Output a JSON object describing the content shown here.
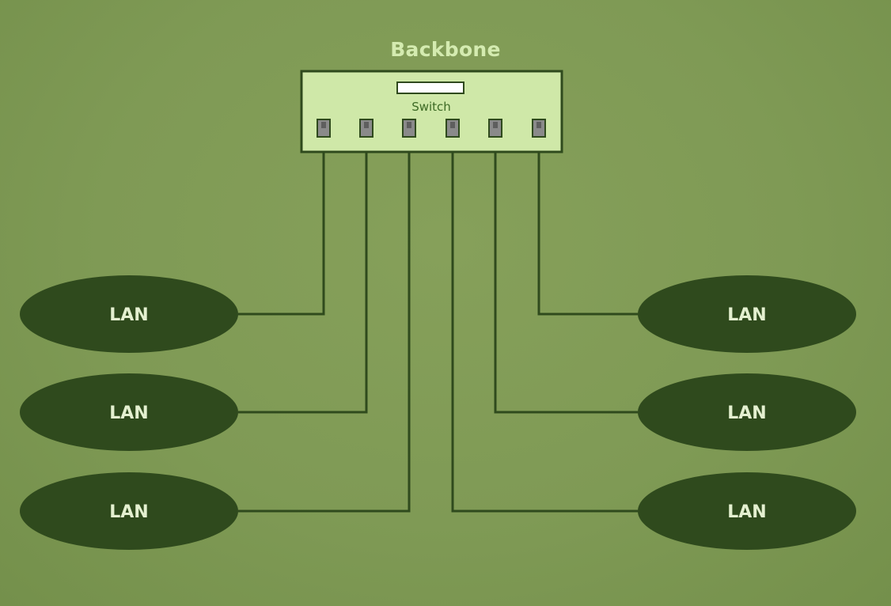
{
  "diagram": {
    "title": "Backbone",
    "switch": {
      "label": "Switch",
      "port_count": 6
    },
    "lans": [
      {
        "label": "LAN",
        "side": "left",
        "row": 1,
        "port": 1
      },
      {
        "label": "LAN",
        "side": "left",
        "row": 2,
        "port": 2
      },
      {
        "label": "LAN",
        "side": "left",
        "row": 3,
        "port": 3
      },
      {
        "label": "LAN",
        "side": "right",
        "row": 3,
        "port": 4
      },
      {
        "label": "LAN",
        "side": "right",
        "row": 2,
        "port": 5
      },
      {
        "label": "LAN",
        "side": "right",
        "row": 1,
        "port": 6
      }
    ]
  },
  "colors": {
    "background": "#7f9a55",
    "switch_fill": "#cfe8a8",
    "switch_border": "#2f4a1d",
    "port_fill": "#8a8a8a",
    "cable": "#2f4a1d",
    "lan_fill": "#2f4a1d",
    "lan_text": "#e4f0d0",
    "title_text": "#d4ebb0",
    "switch_text": "#3d6a25"
  }
}
